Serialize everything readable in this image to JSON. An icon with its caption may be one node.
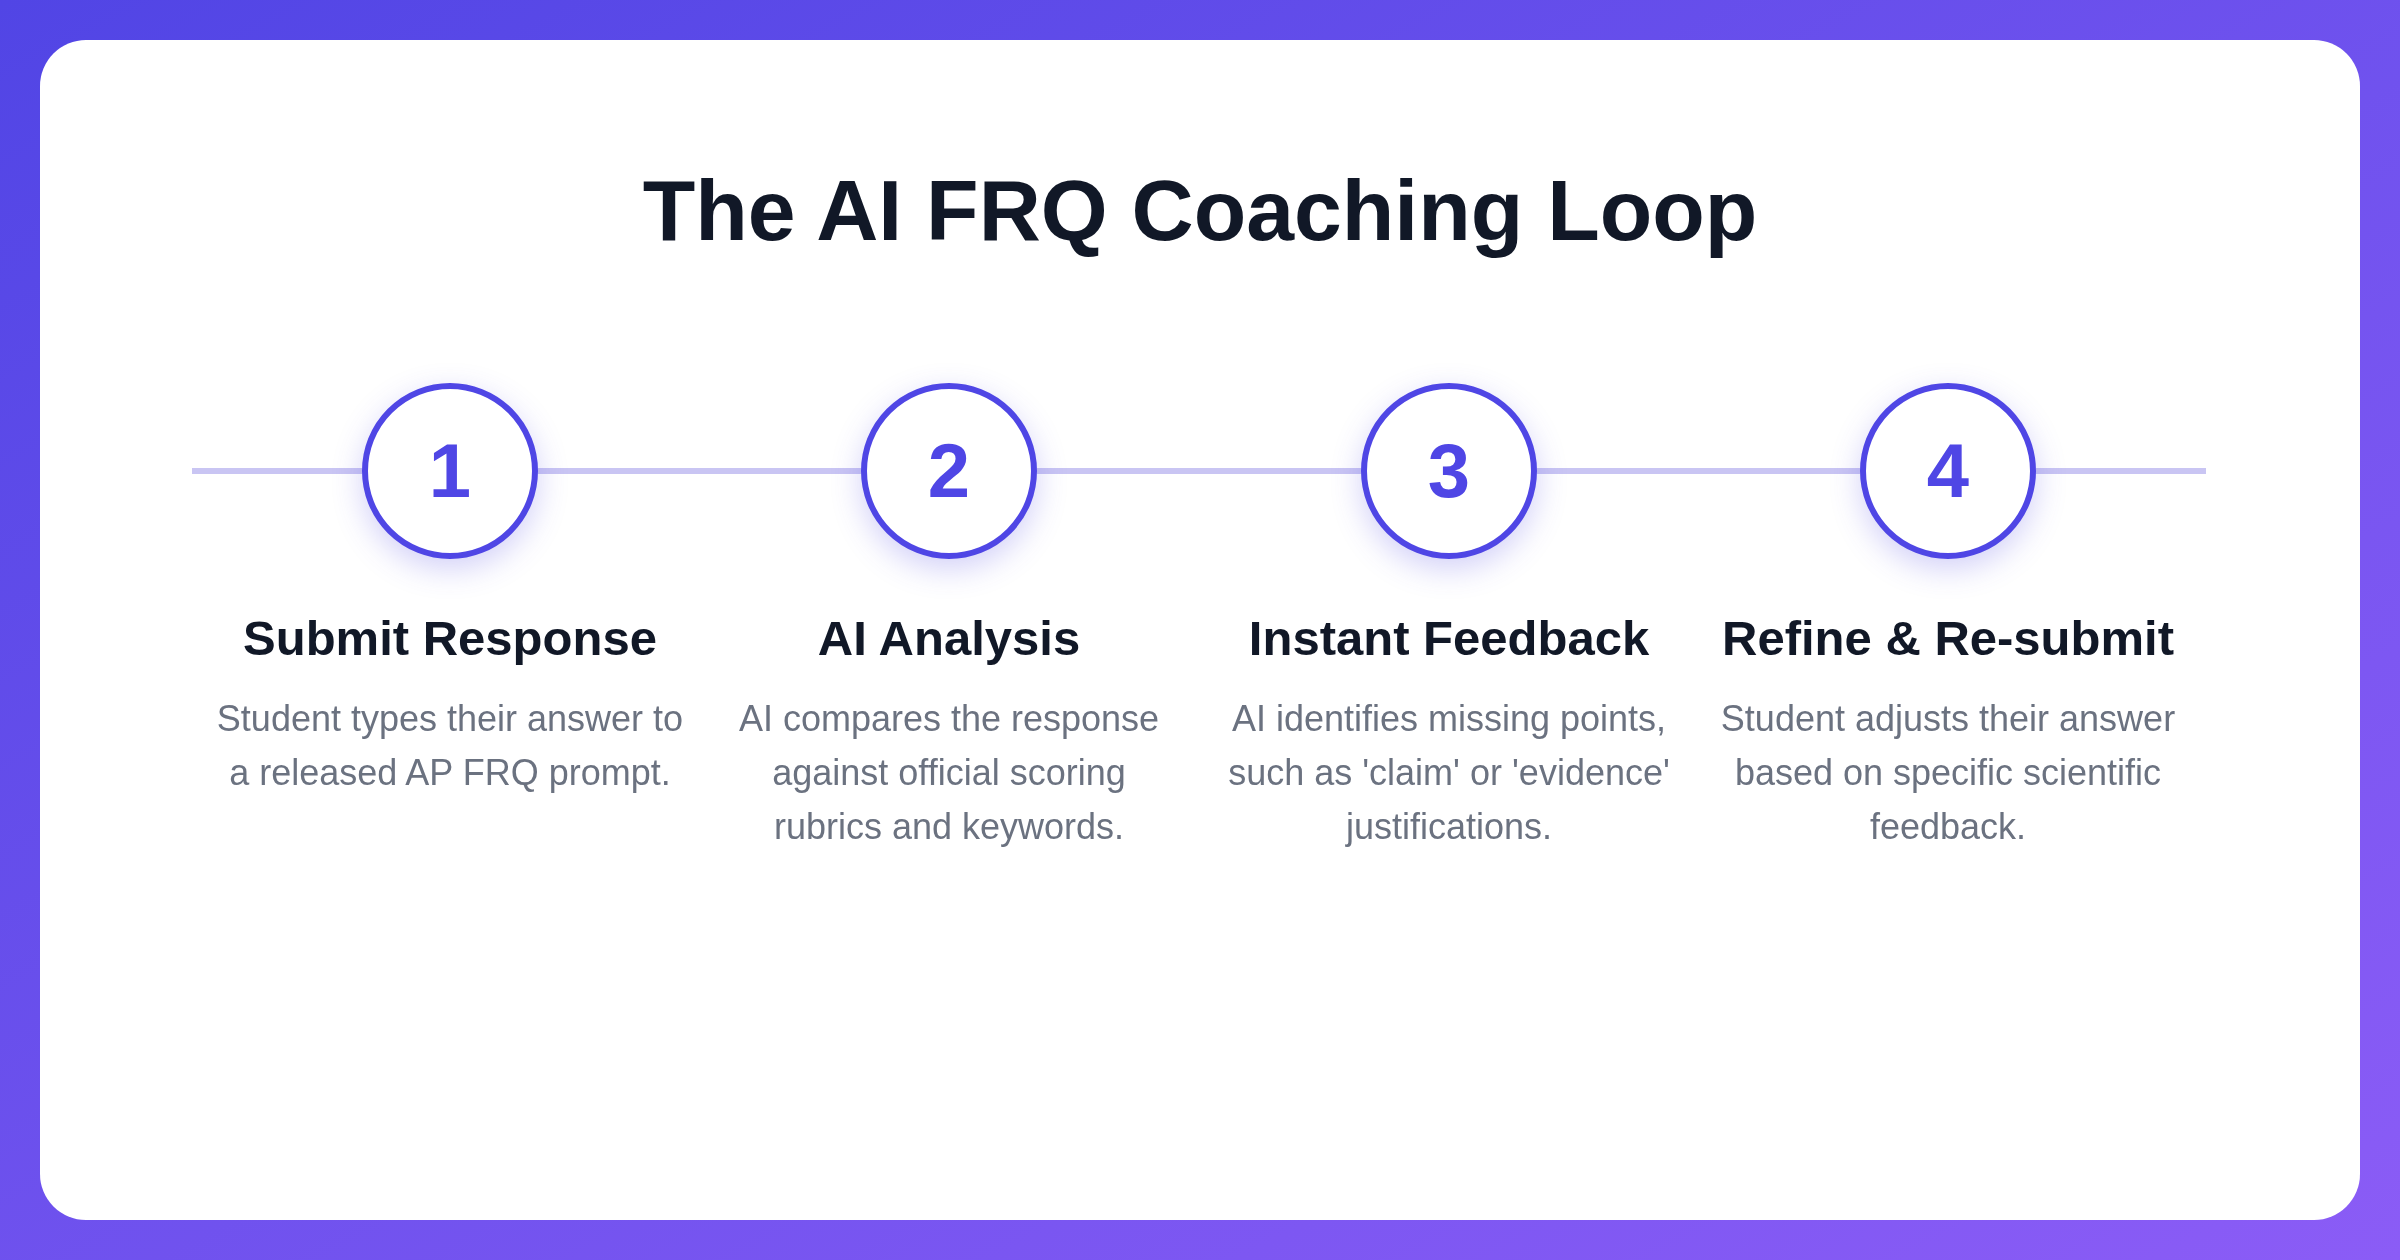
{
  "diagram": {
    "title": "The AI FRQ Coaching Loop",
    "nodes": [
      {
        "text": [
          "1"
        ],
        "beside": [
          "Submit Response",
          "Student types their answer to a released AP FRQ prompt."
        ]
      },
      {
        "text": [
          "2"
        ],
        "beside": [
          "AI Analysis",
          "AI compares the response against official scoring rubrics and keywords."
        ]
      },
      {
        "text": [
          "3"
        ],
        "beside": [
          "Instant Feedback",
          "AI identifies missing points, such as 'claim' or 'evidence' justifications."
        ]
      },
      {
        "text": [
          "4"
        ],
        "beside": [
          "Refine & Re-submit",
          "Student adjusts their answer based on specific scientific feedback."
        ]
      }
    ],
    "edges": [
      {
        "from": null,
        "to": 0,
        "arrow": "none"
      },
      {
        "from": 0,
        "to": 1,
        "arrow": "none"
      },
      {
        "from": 1,
        "to": 2,
        "arrow": "none"
      },
      {
        "from": 2,
        "to": 3,
        "arrow": "none"
      },
      {
        "from": 3,
        "to": null,
        "arrow": "none"
      }
    ]
  }
}
